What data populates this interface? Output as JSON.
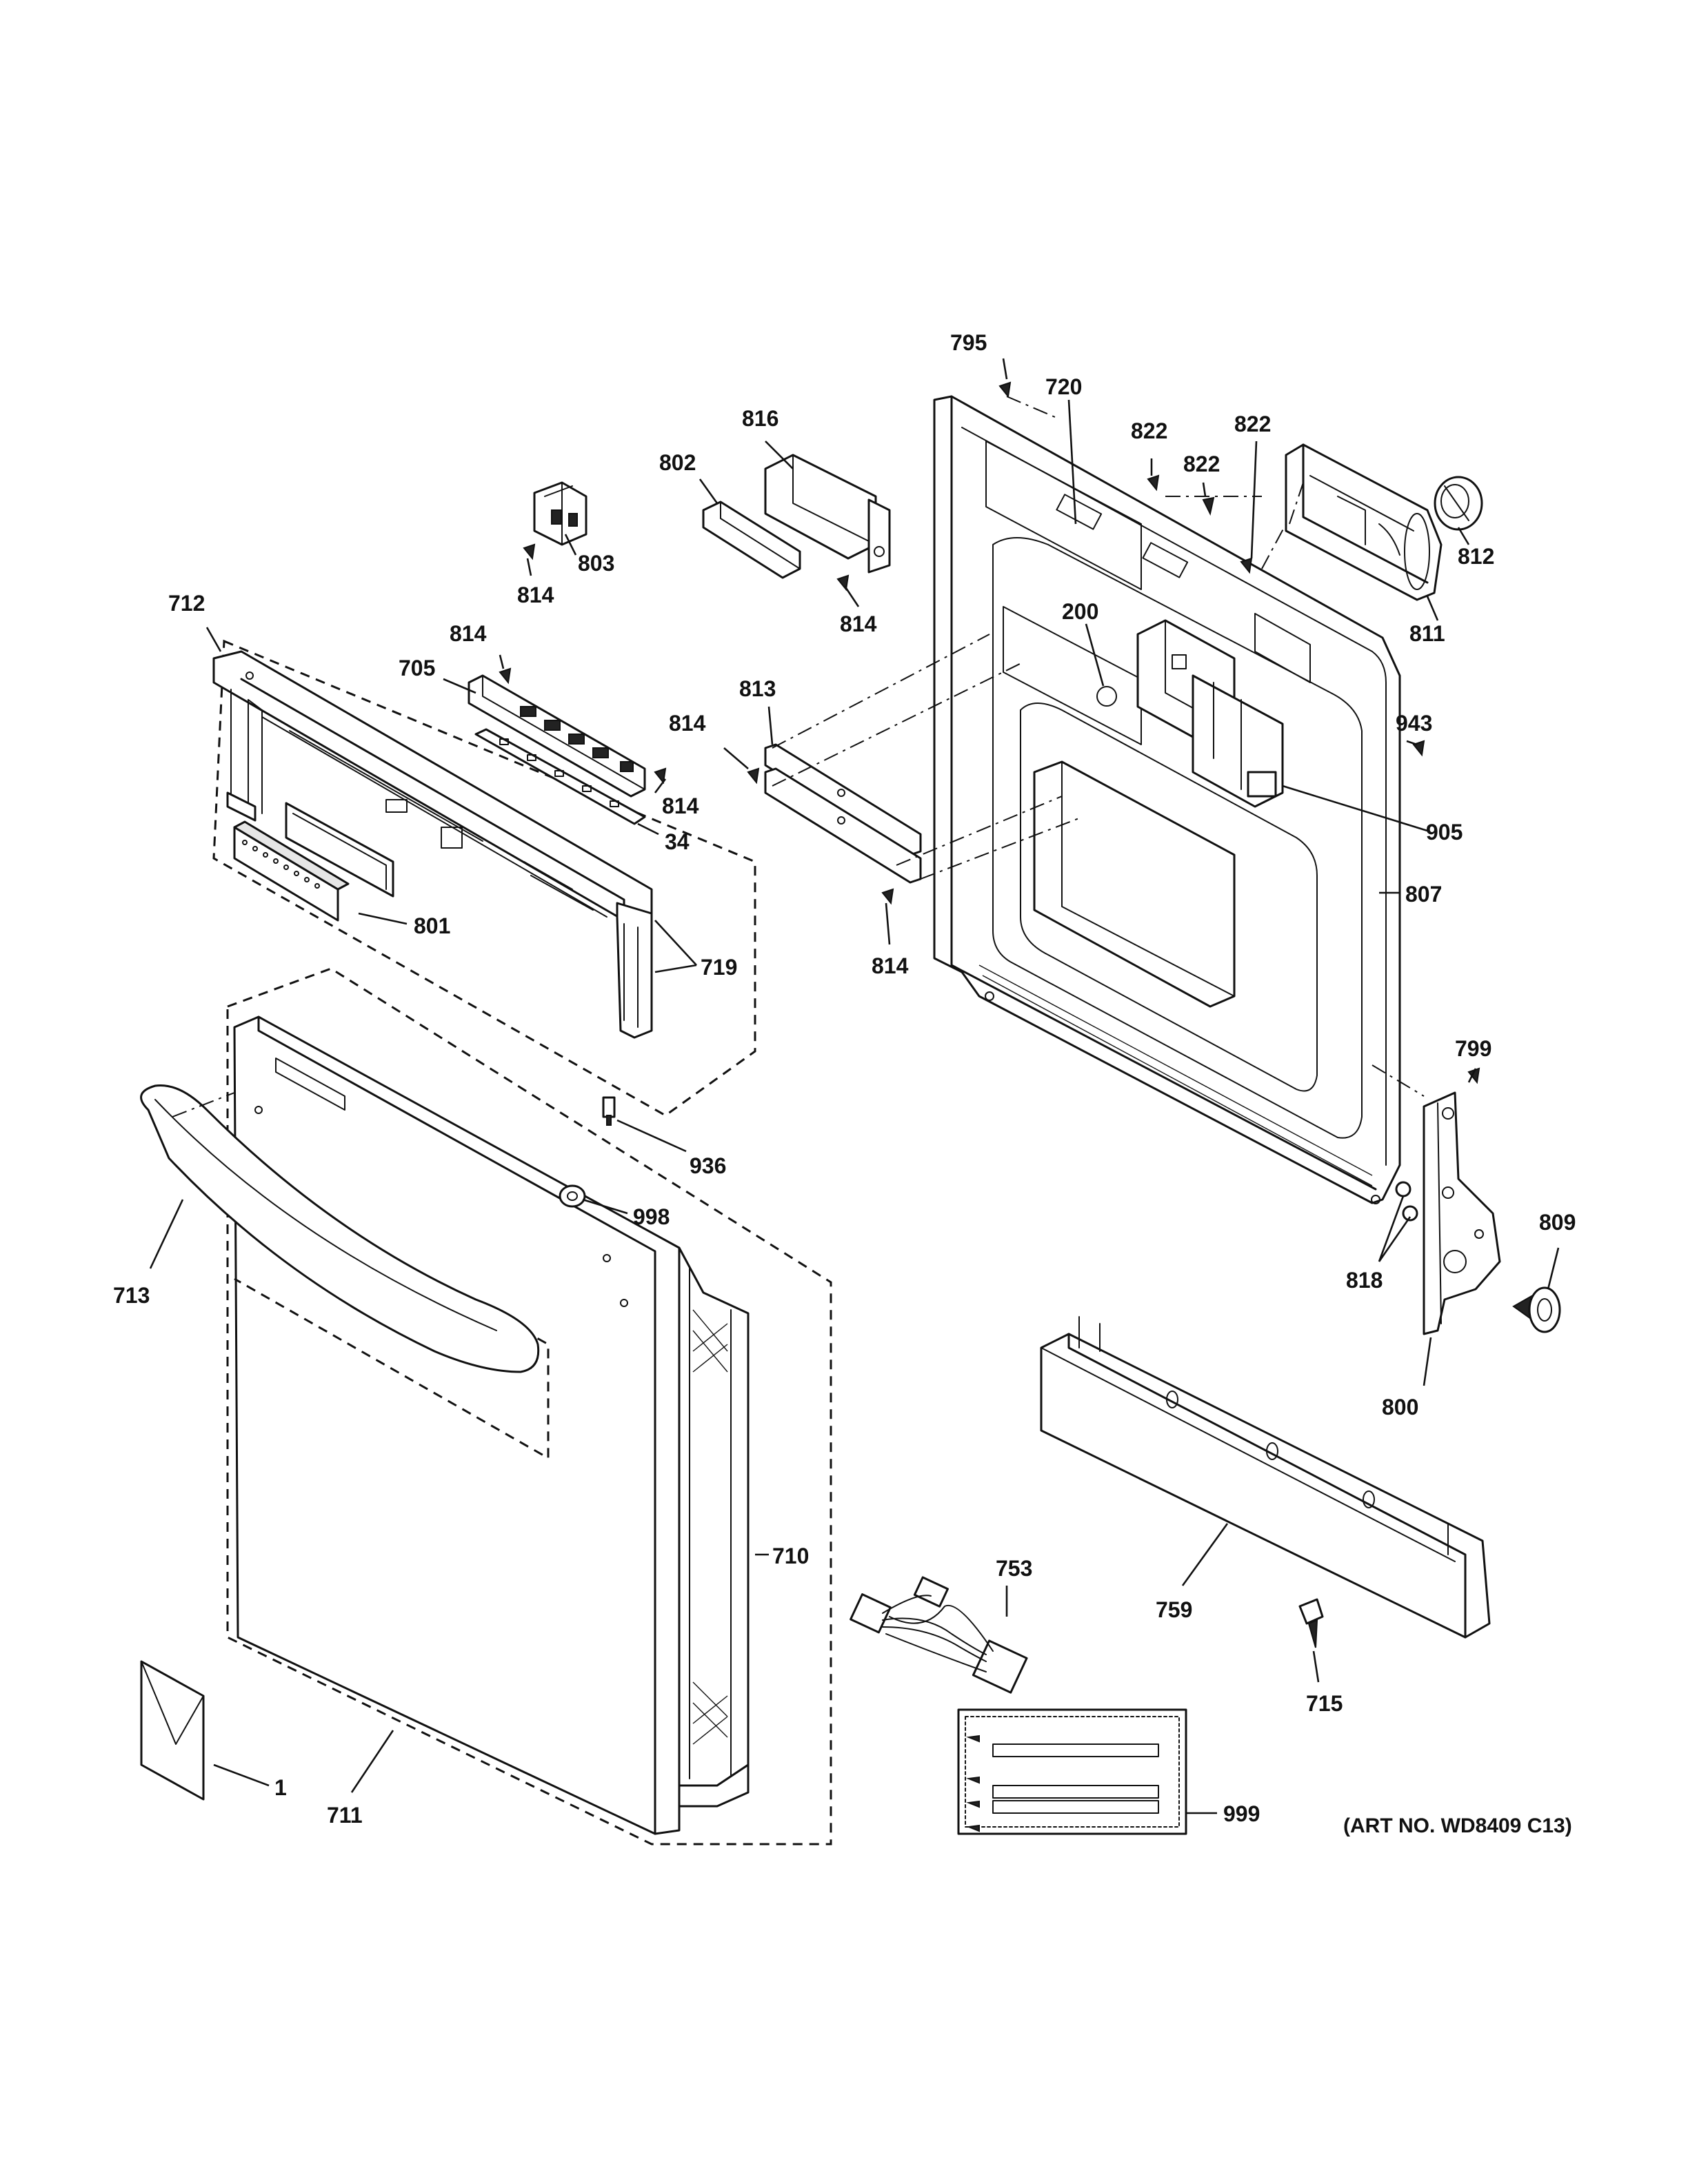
{
  "art_number": "(ART NO. WD8409 C13)",
  "callouts": [
    {
      "id": "c795",
      "text": "795"
    },
    {
      "id": "c720",
      "text": "720"
    },
    {
      "id": "c822a",
      "text": "822"
    },
    {
      "id": "c822b",
      "text": "822"
    },
    {
      "id": "c822c",
      "text": "822"
    },
    {
      "id": "c816",
      "text": "816"
    },
    {
      "id": "c802",
      "text": "802"
    },
    {
      "id": "c803",
      "text": "803"
    },
    {
      "id": "c814a",
      "text": "814"
    },
    {
      "id": "c814b",
      "text": "814"
    },
    {
      "id": "c812",
      "text": "812"
    },
    {
      "id": "c811",
      "text": "811"
    },
    {
      "id": "c712",
      "text": "712"
    },
    {
      "id": "c814c",
      "text": "814"
    },
    {
      "id": "c705",
      "text": "705"
    },
    {
      "id": "c200",
      "text": "200"
    },
    {
      "id": "c813",
      "text": "813"
    },
    {
      "id": "c814d",
      "text": "814"
    },
    {
      "id": "c943",
      "text": "943"
    },
    {
      "id": "c814e",
      "text": "814"
    },
    {
      "id": "c34",
      "text": "34"
    },
    {
      "id": "c905",
      "text": "905"
    },
    {
      "id": "c801",
      "text": "801"
    },
    {
      "id": "c807",
      "text": "807"
    },
    {
      "id": "c814f",
      "text": "814"
    },
    {
      "id": "c719",
      "text": "719"
    },
    {
      "id": "c799",
      "text": "799"
    },
    {
      "id": "c936",
      "text": "936"
    },
    {
      "id": "c998",
      "text": "998"
    },
    {
      "id": "c809",
      "text": "809"
    },
    {
      "id": "c818",
      "text": "818"
    },
    {
      "id": "c713",
      "text": "713"
    },
    {
      "id": "c800",
      "text": "800"
    },
    {
      "id": "c710",
      "text": "710"
    },
    {
      "id": "c753",
      "text": "753"
    },
    {
      "id": "c759",
      "text": "759"
    },
    {
      "id": "c715",
      "text": "715"
    },
    {
      "id": "c1",
      "text": "1"
    },
    {
      "id": "c711",
      "text": "711"
    },
    {
      "id": "c999",
      "text": "999"
    }
  ]
}
